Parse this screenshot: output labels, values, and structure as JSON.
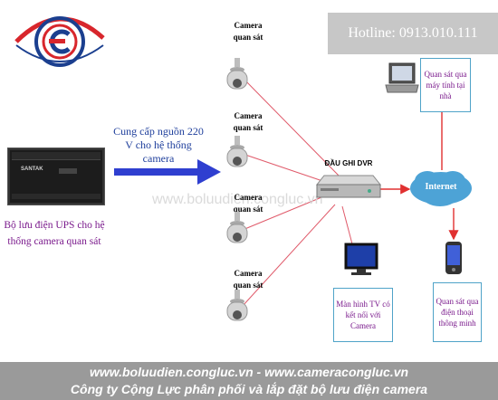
{
  "hotline": "Hotline: 0913.010.111",
  "power_label": "Cung cấp nguồn 220 V cho hệ thống camera",
  "ups_label": "Bộ lưu điện UPS cho hệ thống camera quan sát",
  "ups_device_logo": "SANTAK",
  "cameras": [
    {
      "label": "Camera quan sát"
    },
    {
      "label": "Camera quan sát"
    },
    {
      "label": "Camera quan sát"
    },
    {
      "label": "Camera quan sát"
    }
  ],
  "dvr_label": "ĐẦU GHI DVR",
  "internet_label": "Internet",
  "laptop_box": "Quan sát qua máy tính tại nhà",
  "monitor_box": "Màn hình TV có kết nối với Camera",
  "phone_box": "Quan sát qua điện thoại thông minh",
  "watermark": "www.boluudien.congluc.vn",
  "footer": {
    "line1": "www.boluudien.congluc.vn - www.cameracongluc.vn",
    "line2": "Công ty Cộng Lực phân phối và lắp đặt bộ lưu điện camera"
  },
  "colors": {
    "arrow": "#2f3fd0",
    "link": "#e05a6a",
    "box_border": "#4fa3c8",
    "label_purple": "#7a1a8c",
    "label_blue": "#1f3f9c",
    "logo_red": "#d8262c",
    "logo_blue": "#1b3f8f",
    "footer_bg": "#9a9a9a"
  }
}
